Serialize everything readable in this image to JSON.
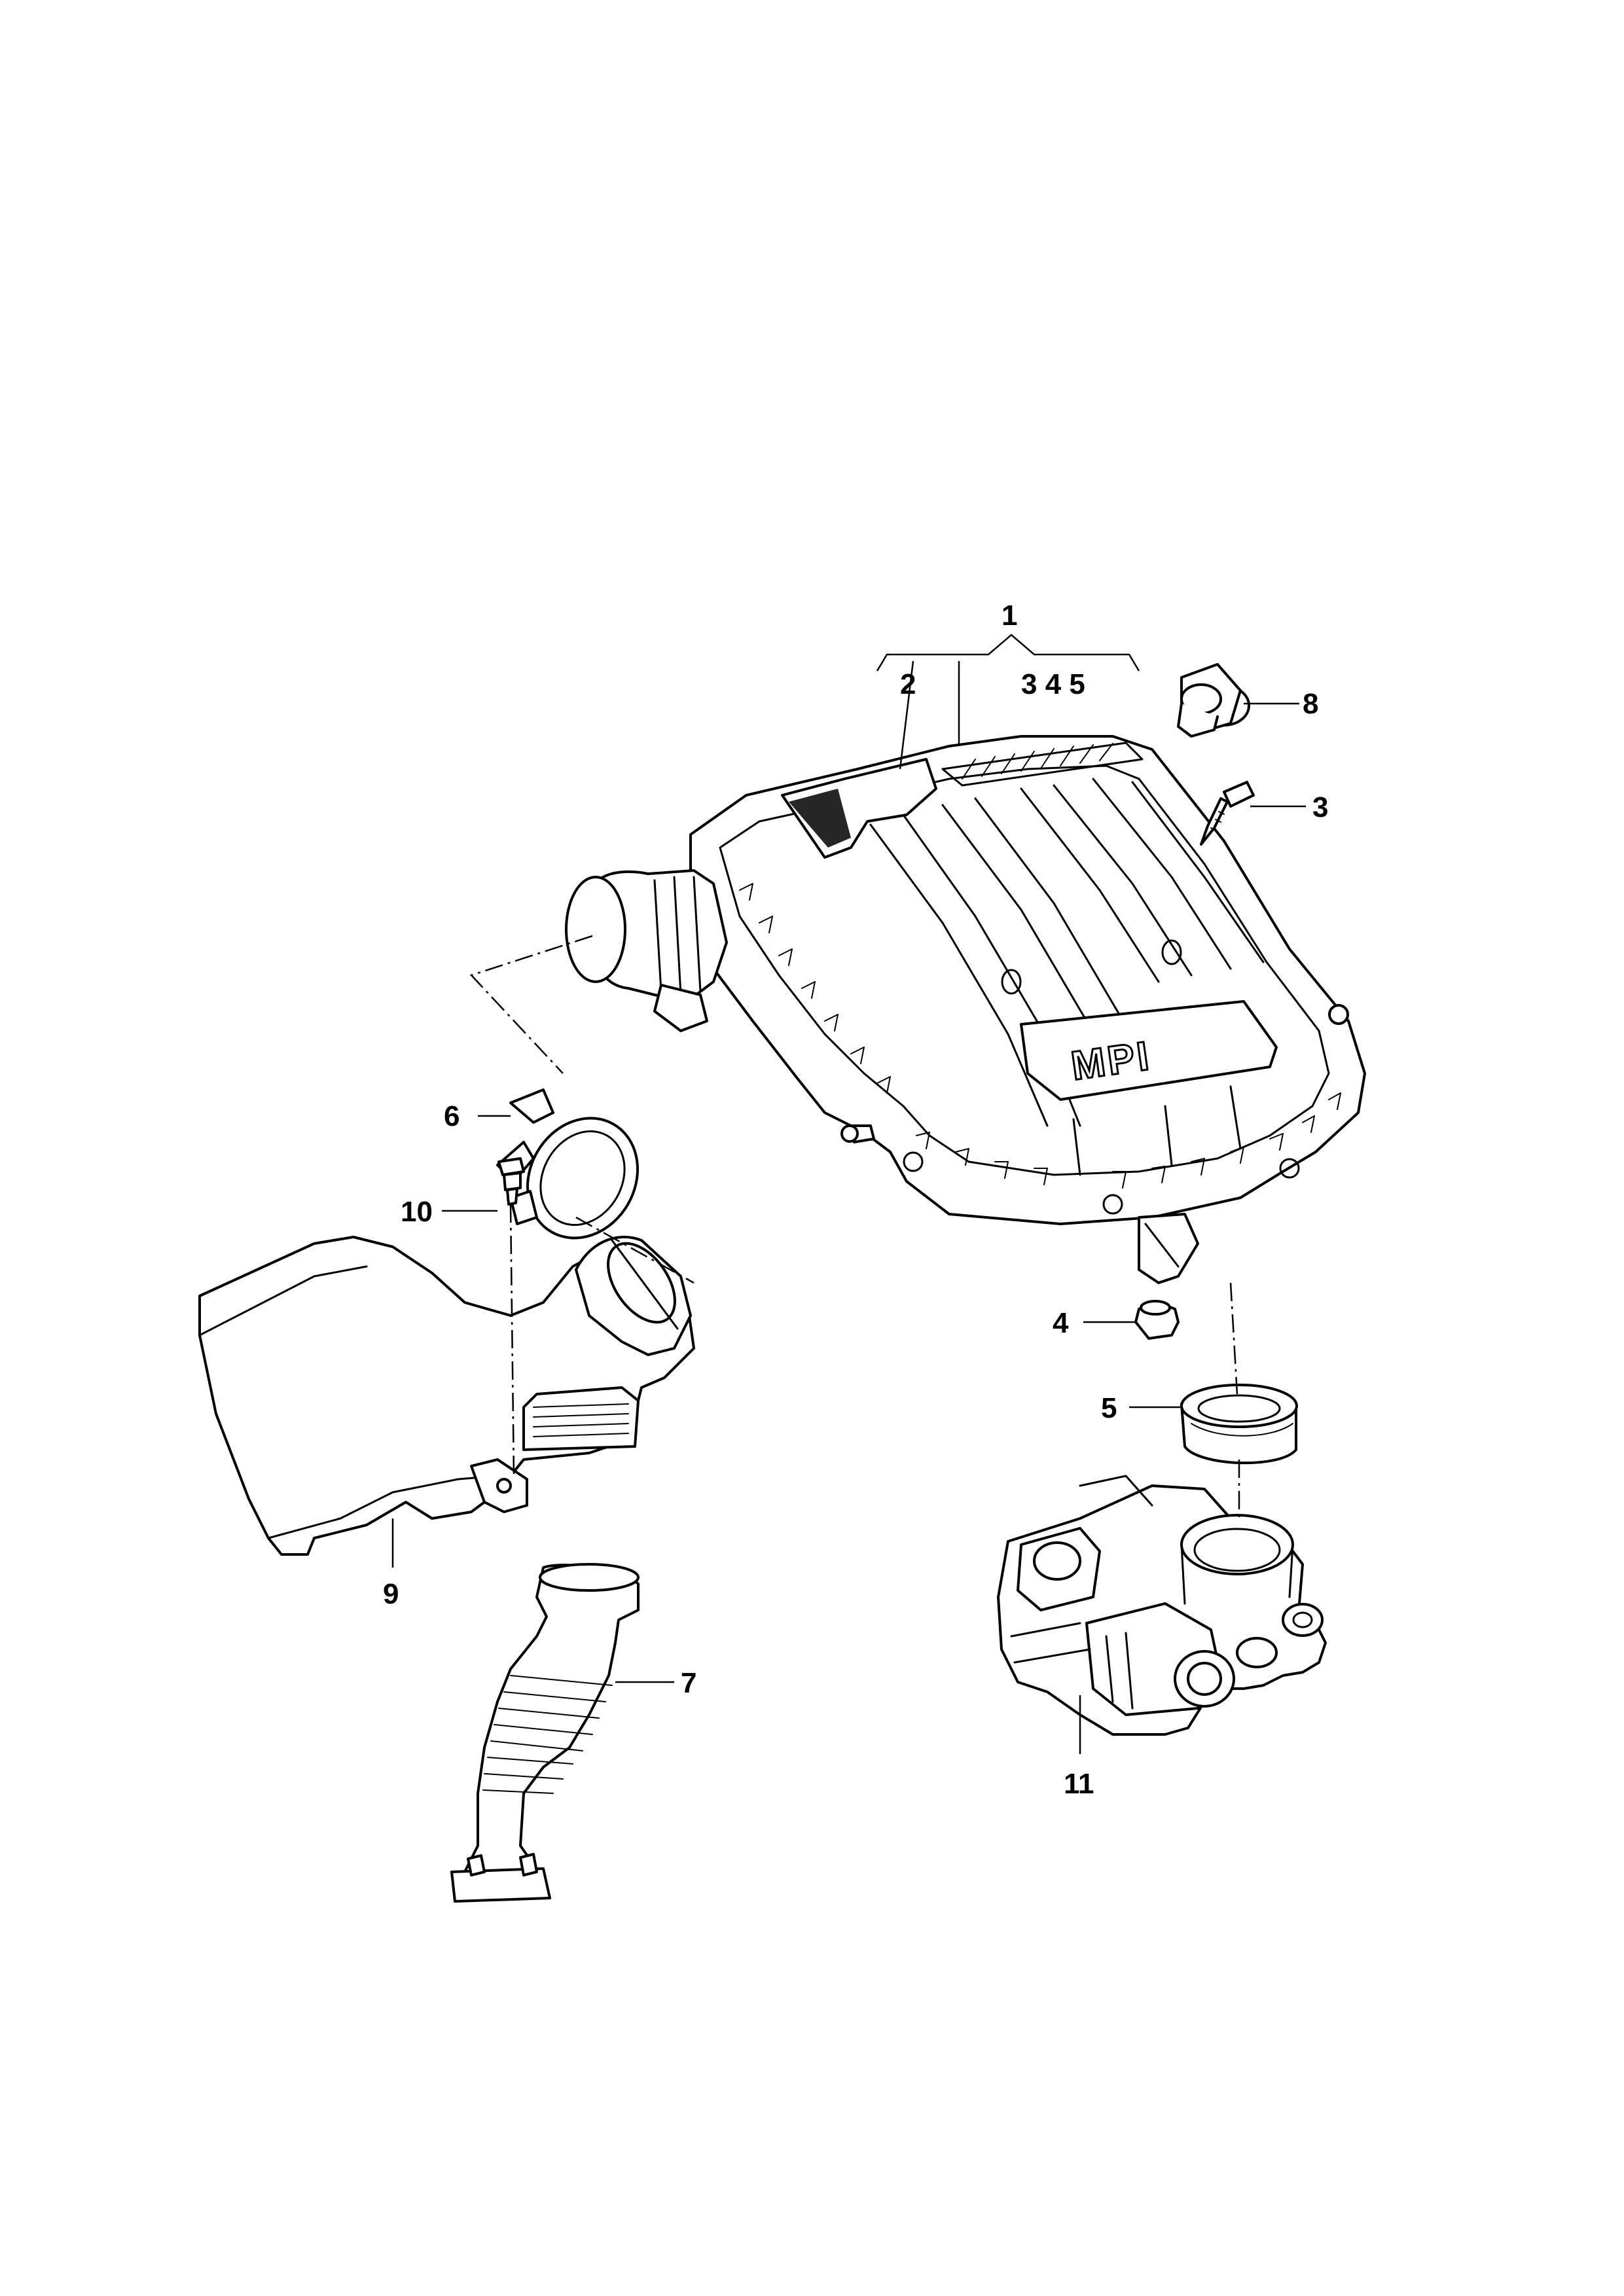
{
  "diagram": {
    "callouts": {
      "c1": "1",
      "c2": "2",
      "c1_sub": "3 4 5",
      "c3": "3",
      "c4": "4",
      "c5": "5",
      "c6": "6",
      "c7": "7",
      "c8": "8",
      "c9": "9",
      "c10": "10",
      "c11": "11"
    },
    "housing_marking": "MPI"
  }
}
